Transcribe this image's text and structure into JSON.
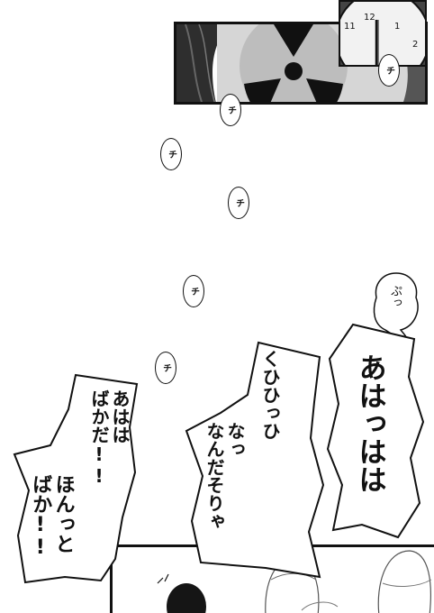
{
  "colors": {
    "ink": "#111111",
    "paper": "#ffffff",
    "tone": "#3a3a3a"
  },
  "clock": {
    "numbers": [
      "11",
      "12",
      "1",
      "2"
    ]
  },
  "sfx": {
    "chi": "チ",
    "putsu": "ぷっ"
  },
  "dialogue": {
    "ahahha": "あはっはは",
    "kuhihhi": "くひひっひ",
    "nantte": "なっ\nなんだそりゃ",
    "ahaha_baka": "あはは\nばかだ!!",
    "honntoni_baka": "ほんっと\nばか!!"
  }
}
